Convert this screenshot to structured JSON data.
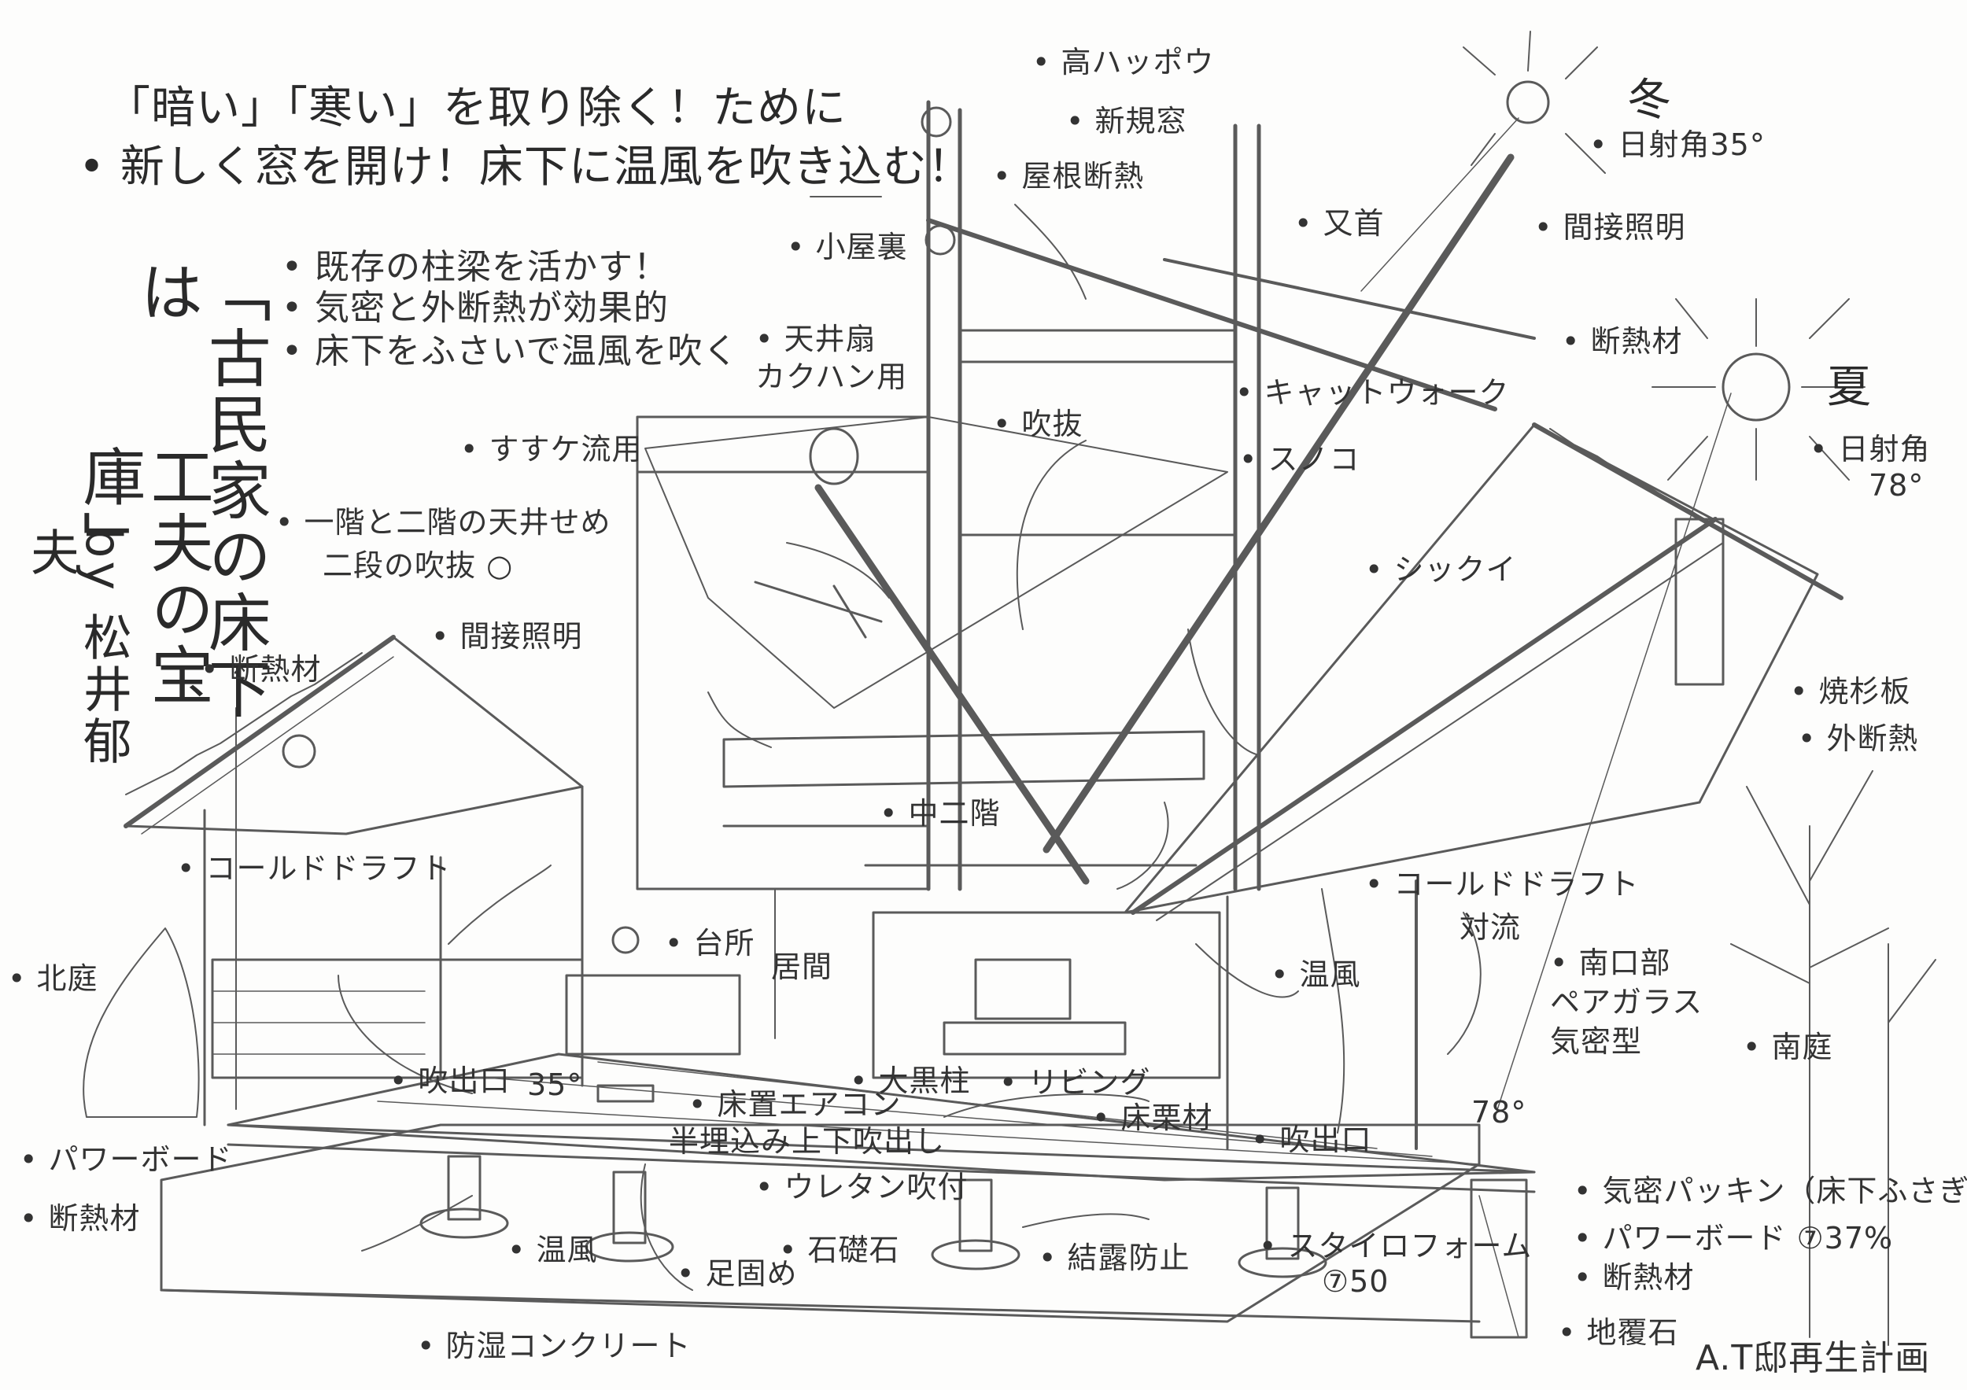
{
  "title": {
    "line1": "「暗い」「寒い」を取り除く！ために",
    "line2": "新しく窓を開け！床下に温風を吹き込む！"
  },
  "points": [
    "既存の柱梁を活かす！",
    "気密と外断熱が効果的",
    "床下をふさいで温風を吹く"
  ],
  "vertical": {
    "col1": "「古民家の床下は",
    "col2": "工夫の宝庫」",
    "col3": "by 松井郁夫"
  },
  "sun": {
    "winter": "冬",
    "summer": "夏"
  },
  "labels": {
    "takahappou": "高ハッポウ",
    "shinkimado": "新規窓",
    "yane_dannetsu": "屋根断熱",
    "kenki": "又首",
    "nissha_winter": "日射角35°",
    "kansetsu_shomei_top": "間接照明",
    "koyaura": "小屋裏",
    "tenjousen": "天井扇",
    "kakuhan": "カクハン用",
    "dannetsuzai_right": "断熱材",
    "catwalk": "キャットウォーク",
    "fukinuke_center": "吹抜",
    "susuke": "すすケ流用",
    "sunoko": "スノコ",
    "nissha_summer_a": "日射角",
    "nissha_summer_b": "78°",
    "ikkai_nikai": "一階と二階の天井せめ",
    "nidan_fukinuke": "二段の吹抜 ○",
    "shikkui": "シックイ",
    "kansetsu_shomei_left": "間接照明",
    "dannetsuzai_left": "断熱材",
    "yakisugi": "焼杉板",
    "sotodannetsu": "外断熱",
    "chunikai": "中二階",
    "cold_draft_left": "コールドドラフト",
    "cold_draft_right": "コールドドラフト",
    "tairyu": "対流",
    "kitaniwa": "北庭",
    "daidokoro": "台所",
    "ima": "居間",
    "onpu_center": "温風",
    "nankoubu": "南口部",
    "pair_glass": "ペアガラス",
    "kimitsu_sash": "気密型",
    "minaminiwa": "南庭",
    "fukidashi_left": "吹出口",
    "angle_left": "35°",
    "yukaoki_aircon": "床置エアコン",
    "hanumekomi": "半埋込み上下吹出し",
    "daikokubashira": "大黒柱",
    "living": "リビング",
    "yukakurizai": "床栗材",
    "fukidashi_right": "吹出口",
    "angle_right": "78°",
    "power_board_left": "パワーボード",
    "dannetsuzai_floor": "断熱材",
    "urethane": "ウレタン吹付",
    "onpu_under": "温風",
    "soseki": "石礎石",
    "ashigatame": "足固め",
    "ketsuro": "結露防止",
    "styrofoam_a": "スタイロフォーム",
    "styrofoam_b": "⑦50",
    "kimitsu_packing": "気密パッキン（床下ふさぎ）",
    "power_board_right": "パワーボード ⑦37%",
    "dannetsuzai_base": "断熱材",
    "jifukuishi": "地覆石",
    "bousitsu": "防湿コンクリート",
    "plan_name": "A.T邸再生計画"
  }
}
